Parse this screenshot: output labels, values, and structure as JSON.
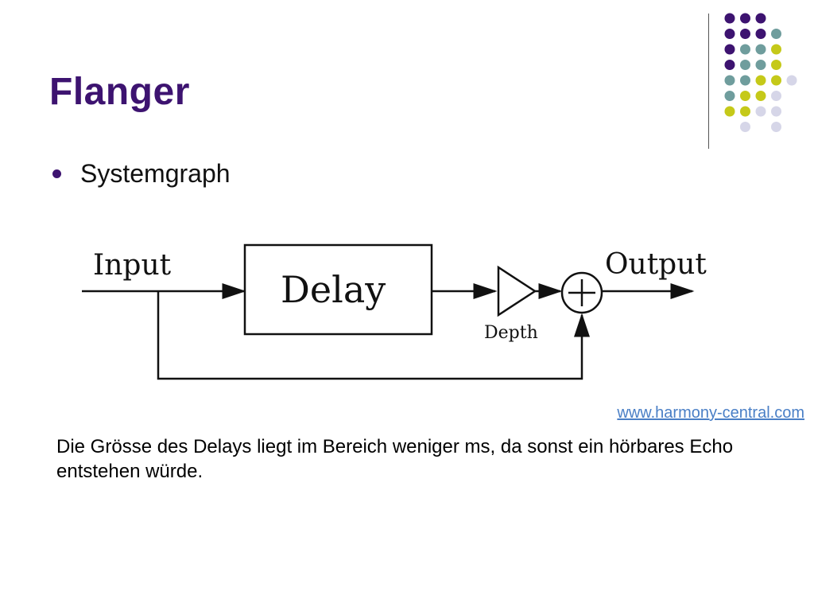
{
  "slide": {
    "title": "Flanger",
    "bullet": "Systemgraph",
    "source_link": "www.harmony-central.com",
    "caption": "Die Grösse des Delays liegt im Bereich weniger ms, da sonst ein hörbares Echo entstehen würde."
  },
  "diagram": {
    "input_label": "Input",
    "delay_label": "Delay",
    "depth_label": "Depth",
    "output_label": "Output",
    "sum_symbol": "+"
  },
  "colors": {
    "purple": "#3d1370",
    "teal": "#6f9d9d",
    "yellow": "#c5c919",
    "lavender": "#d6d6e8",
    "link": "#4a7fc6"
  },
  "decoration": {
    "dot_grid": [
      [
        "purple",
        "purple",
        "purple",
        null
      ],
      [
        "purple",
        "purple",
        "purple",
        "teal"
      ],
      [
        "purple",
        "teal",
        "teal",
        "yellow"
      ],
      [
        "purple",
        "teal",
        "teal",
        "yellow"
      ],
      [
        "teal",
        "teal",
        "yellow",
        "yellow",
        "lavender"
      ],
      [
        "teal",
        "yellow",
        "yellow",
        "lavender"
      ],
      [
        "yellow",
        "yellow",
        "lavender",
        "lavender"
      ],
      [
        null,
        "lavender",
        null,
        "lavender"
      ]
    ]
  }
}
